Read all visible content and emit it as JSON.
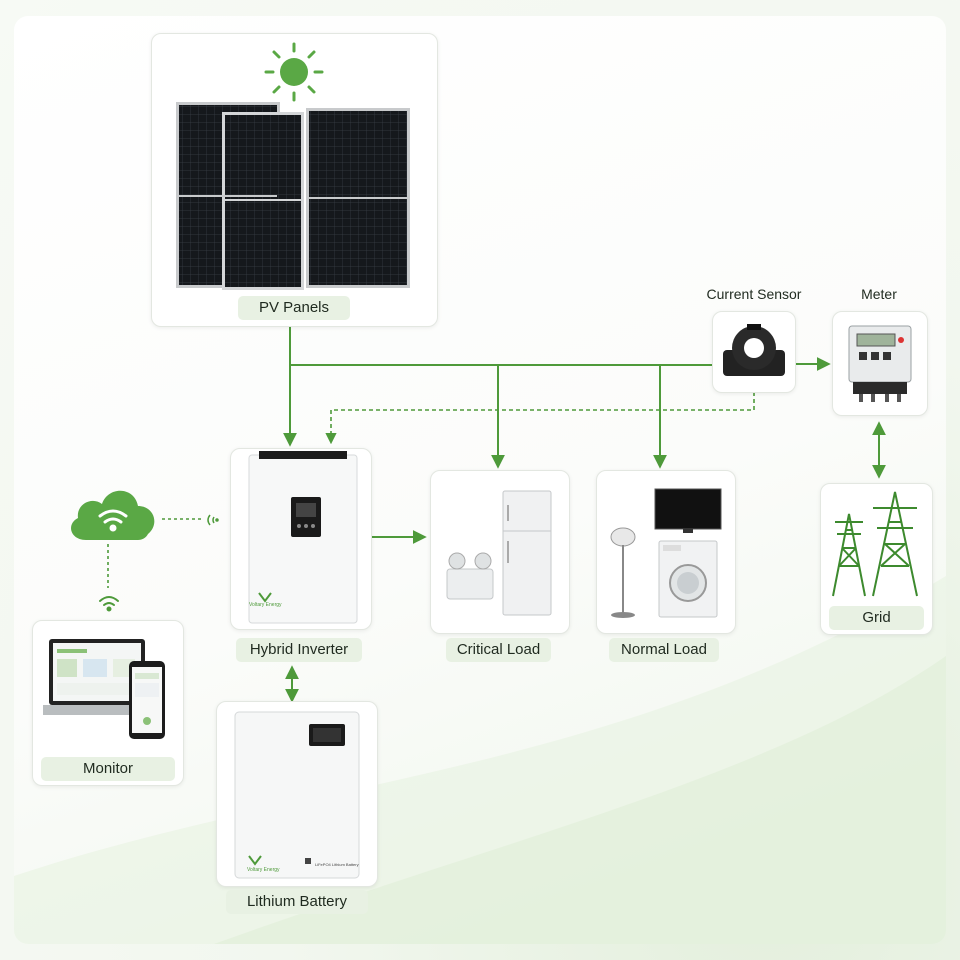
{
  "labels": {
    "pv_panels": "PV Panels",
    "current_sensor": "Current Sensor",
    "meter": "Meter",
    "hybrid_inverter": "Hybrid Inverter",
    "critical_load": "Critical Load",
    "normal_load": "Normal Load",
    "grid": "Grid",
    "monitor": "Monitor",
    "lithium_battery": "Lithium Battery"
  },
  "branding": {
    "inverter_logo_text": "Voltary Energy",
    "battery_logo_text": "Voltary Energy",
    "battery_type_text": "LiFePO4 Lithium Battery"
  },
  "colors": {
    "accent_green": "#4e9a3a",
    "label_bg": "#e8f1e3",
    "card_border": "#e3e7e1"
  }
}
